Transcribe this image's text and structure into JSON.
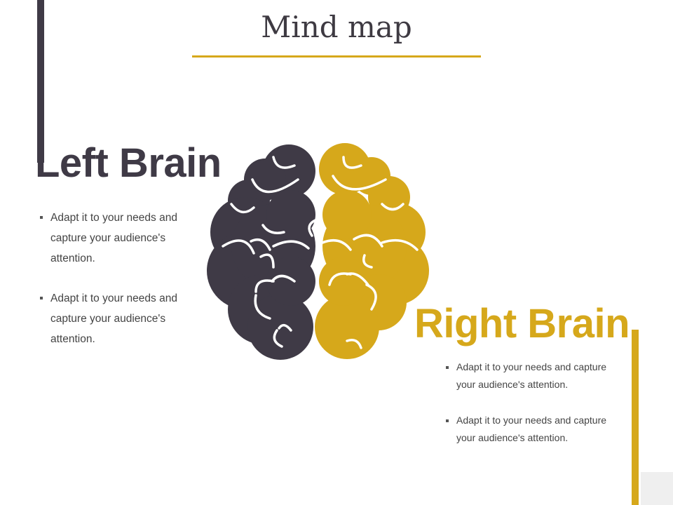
{
  "slide": {
    "title": "Mind map",
    "left": {
      "heading": "Left Brain",
      "bullets": [
        "Adapt it to your needs and capture your audience's attention.",
        "Adapt it to your needs and capture your audience's attention."
      ]
    },
    "right": {
      "heading": "Right Brain",
      "bullets": [
        "Adapt it to your needs and capture your audience's attention.",
        " Adapt it to your needs and capture your audience's attention."
      ]
    }
  },
  "colors": {
    "dark": "#3f3a46",
    "gold": "#d6a81b",
    "text": "#444444",
    "accent_line": "#d6a81b"
  },
  "icons": [
    "brain-left-hemisphere-icon",
    "brain-right-hemisphere-icon"
  ]
}
